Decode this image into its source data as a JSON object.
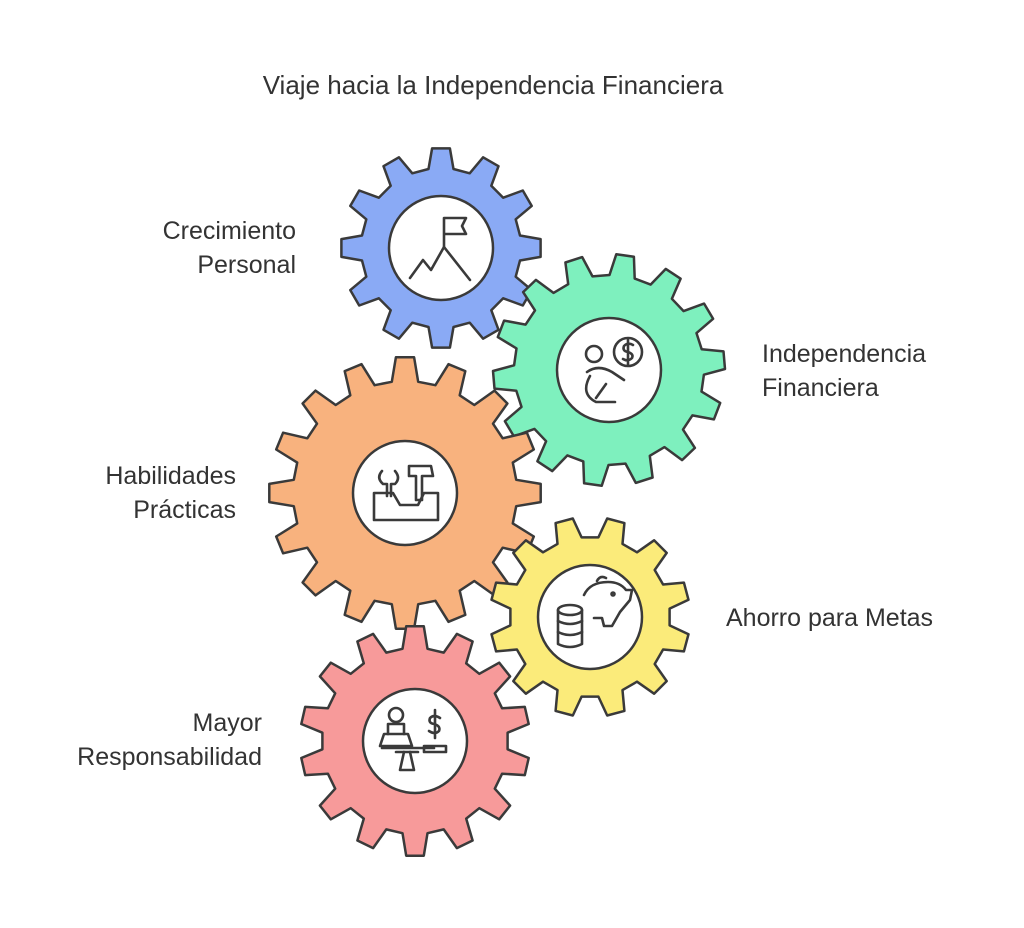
{
  "title": "Viaje hacia la Independencia Financiera",
  "gears": [
    {
      "id": "crecimiento",
      "label_lines": [
        "Crecimiento",
        "Personal"
      ],
      "color": "#8AAAF5",
      "icon": "mountain-flag-icon"
    },
    {
      "id": "independencia",
      "label_lines": [
        "Independencia",
        "Financiera"
      ],
      "color": "#7EF0BE",
      "icon": "person-dollar-icon"
    },
    {
      "id": "habilidades",
      "label_lines": [
        "Habilidades",
        "Prácticas"
      ],
      "color": "#F8B27E",
      "icon": "toolbox-icon"
    },
    {
      "id": "ahorro",
      "label_lines": [
        "Ahorro para Metas"
      ],
      "color": "#FBEB7A",
      "icon": "piggy-bank-coins-icon"
    },
    {
      "id": "responsabilidad",
      "label_lines": [
        "Mayor",
        "Responsabilidad"
      ],
      "color": "#F79A9A",
      "icon": "person-scale-dollar-icon"
    }
  ],
  "stroke_color": "#3a3a3a"
}
